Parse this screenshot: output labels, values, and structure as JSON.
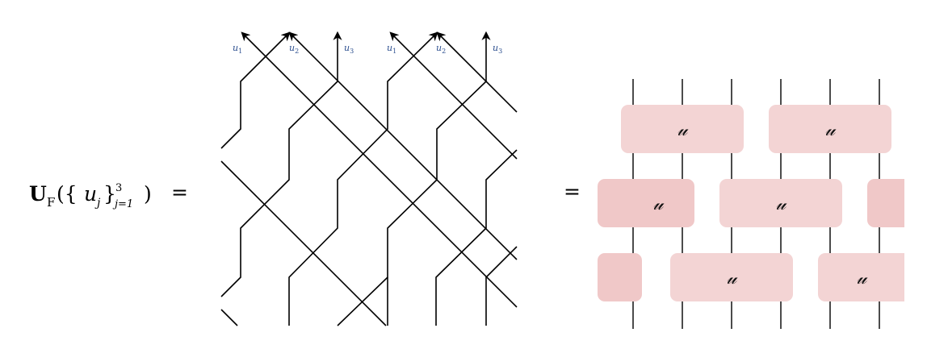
{
  "equation": {
    "lhs_bold": "U",
    "lhs_sub": "F",
    "lhs_open": "({",
    "lhs_var": "u",
    "lhs_var_sub": "j",
    "lhs_close": "}",
    "lhs_sup": "3",
    "lhs_range": "j=1",
    "lhs_end": ")",
    "equals_1": "=",
    "equals_2": "="
  },
  "wire_labels": [
    {
      "base": "u",
      "sub": "1"
    },
    {
      "base": "u",
      "sub": "2"
    },
    {
      "base": "u",
      "sub": "3"
    },
    {
      "base": "u",
      "sub": "1"
    },
    {
      "base": "u",
      "sub": "2"
    },
    {
      "base": "u",
      "sub": "3"
    }
  ],
  "gate_label": "𝓊",
  "colors": {
    "label": "#2c4f8f",
    "gate_fill": "#f3d4d4",
    "gate_edge_fill": "#f0c8c8",
    "wire": "#000000"
  }
}
